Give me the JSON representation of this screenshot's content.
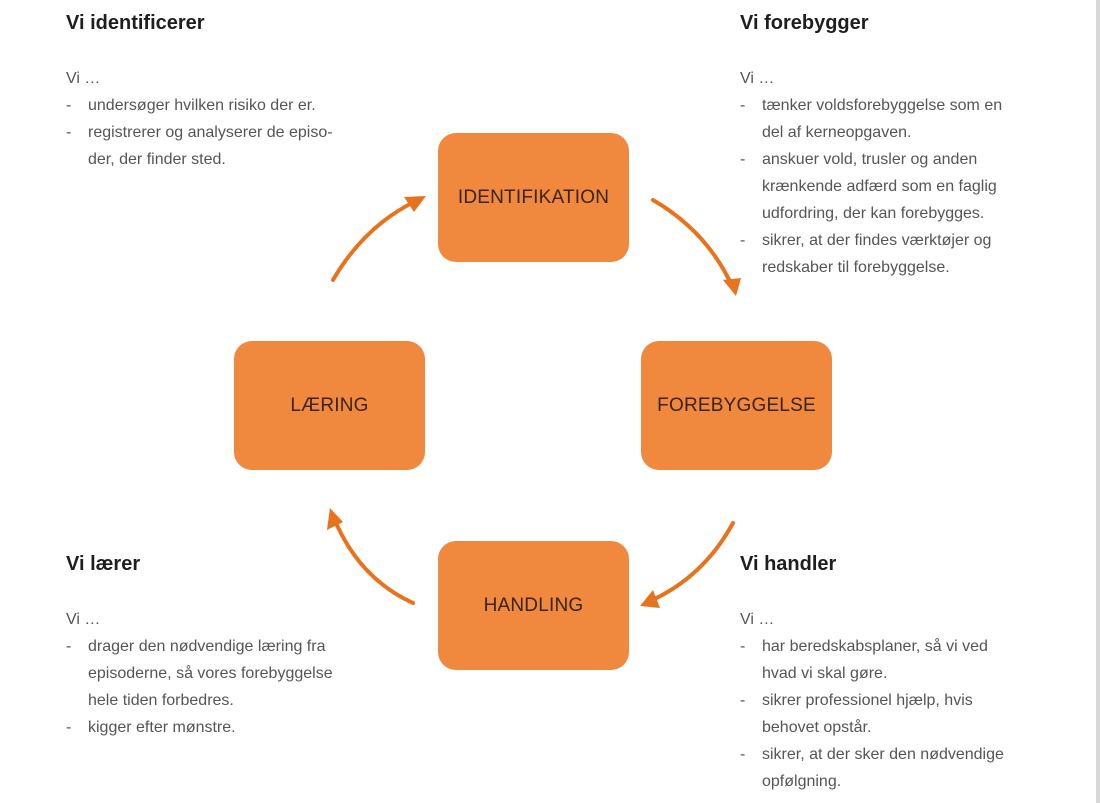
{
  "boxes": {
    "identifikation": "IDENTIFIKATION",
    "forebyggelse": "FOREBYGGELSE",
    "handling": "HANDLING",
    "laering": "LÆRING"
  },
  "colors": {
    "box": "#F0883E",
    "arrow": "#E8731E"
  },
  "sections": {
    "identify": {
      "title": "Vi identificerer",
      "intro": "Vi …",
      "items": [
        [
          "undersøger hvilken risiko der er."
        ],
        [
          "registrerer og analyserer de episo-",
          "der, der finder sted."
        ]
      ]
    },
    "prevent": {
      "title": "Vi forebygger",
      "intro": "Vi …",
      "items": [
        [
          "tænker voldsforebyggelse som en",
          "del af kerneopgaven."
        ],
        [
          "anskuer vold, trusler og anden",
          "krænkende adfærd som en faglig",
          "udfordring, der kan forebygges."
        ],
        [
          "sikrer, at der findes værktøjer og",
          "redskaber til forebyggelse."
        ]
      ]
    },
    "learn": {
      "title": "Vi lærer",
      "intro": "Vi …",
      "items": [
        [
          "drager den nødvendige læring fra",
          "episoderne, så vores forebyggelse",
          "hele tiden forbedres."
        ],
        [
          "kigger efter mønstre."
        ]
      ]
    },
    "act": {
      "title": "Vi handler",
      "intro": "Vi …",
      "items": [
        [
          "har beredskabsplaner, så vi ved",
          "hvad vi skal gøre."
        ],
        [
          "sikrer professionel hjælp, hvis",
          "behovet opstår."
        ],
        [
          "sikrer, at der sker den nødvendige",
          "opfølgning."
        ]
      ]
    }
  }
}
